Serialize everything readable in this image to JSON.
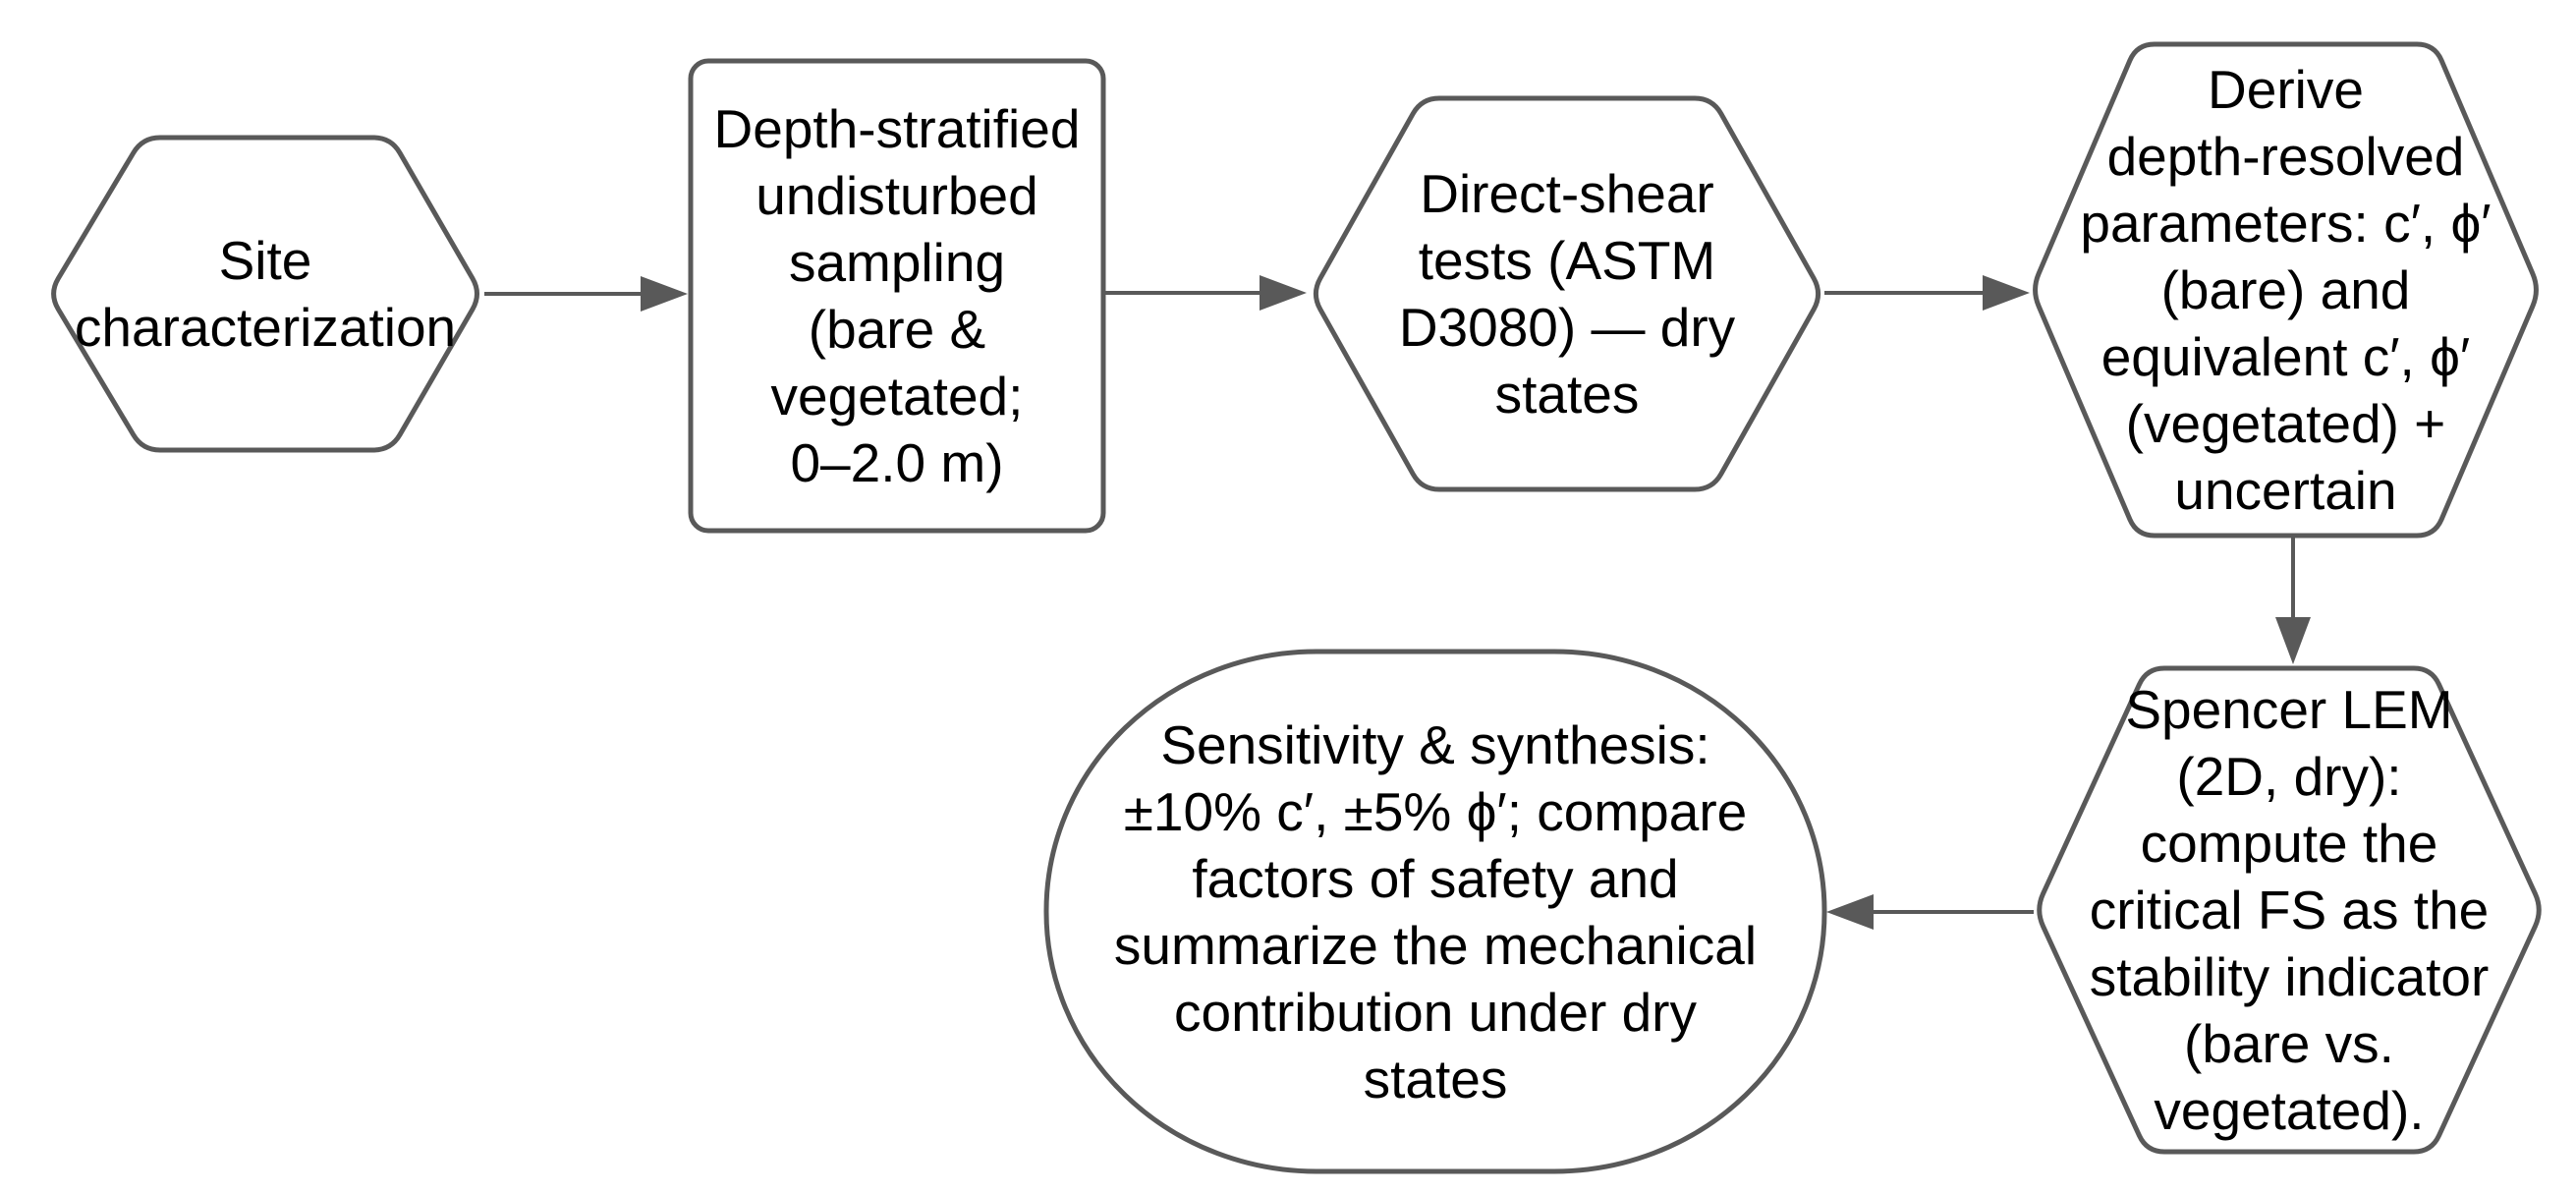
{
  "diagram": {
    "title": "Flowchart: vegetated vs bare slope stability methodology",
    "colors": {
      "background": "#ffffff",
      "stroke": "#595959",
      "text": "#000000"
    },
    "nodes": [
      {
        "id": "site-characterization",
        "label": "Site\ncharacterization"
      },
      {
        "id": "depth-stratified-sampling",
        "label": "Depth-stratified\nundisturbed\nsampling\n(bare &\nvegetated;\n0–2.0 m)"
      },
      {
        "id": "direct-shear-tests",
        "label": "Direct-shear\ntests (ASTM\nD3080) — dry\nstates"
      },
      {
        "id": "derive-parameters",
        "label": "Derive\ndepth-resolved\nparameters: c′, ϕ′\n(bare) and\nequivalent c′, ϕ′\n(vegetated) +\nuncertain"
      },
      {
        "id": "spencer-lem",
        "label": "Spencer LEM\n(2D, dry):\ncompute the\ncritical FS as the\nstability indicator\n(bare vs.\nvegetated)."
      },
      {
        "id": "sensitivity-synthesis",
        "label": "Sensitivity & synthesis:\n±10% c′, ±5% ϕ′; compare\nfactors of safety and\nsummarize the mechanical\ncontribution under dry\nstates"
      }
    ],
    "connectors": [
      {
        "from": "site-characterization",
        "to": "depth-stratified-sampling",
        "direction": "right"
      },
      {
        "from": "depth-stratified-sampling",
        "to": "direct-shear-tests",
        "direction": "right"
      },
      {
        "from": "direct-shear-tests",
        "to": "derive-parameters",
        "direction": "right"
      },
      {
        "from": "derive-parameters",
        "to": "spencer-lem",
        "direction": "down"
      },
      {
        "from": "spencer-lem",
        "to": "sensitivity-synthesis",
        "direction": "left"
      }
    ]
  }
}
